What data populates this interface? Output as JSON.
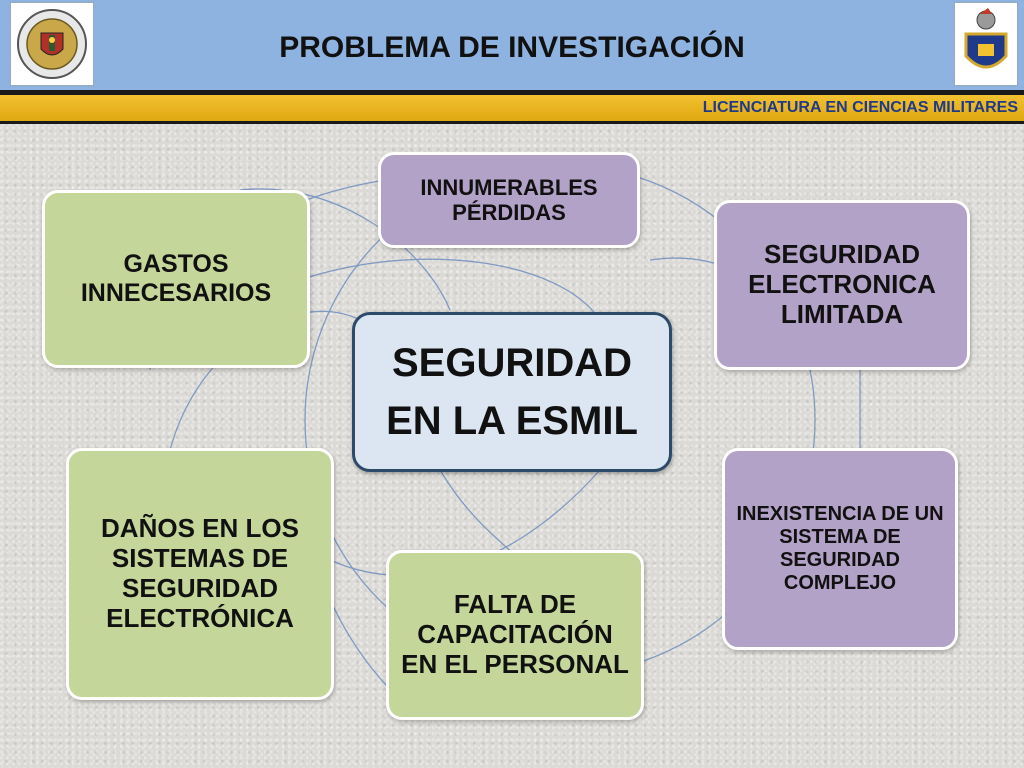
{
  "header": {
    "title": "PROBLEMA DE INVESTIGACIÓN",
    "subtitle": "LICENCIATURA EN CIENCIAS MILITARES",
    "logo_left": {
      "icon": "esmil-crest-icon"
    },
    "logo_right": {
      "icon": "knight-shield-icon"
    }
  },
  "diagram": {
    "center": "SEGURIDAD EN LA ESMIL",
    "nodes": [
      {
        "id": "inumerables",
        "label": "INNUMERABLES PÉRDIDAS",
        "color": "#b3a2c7"
      },
      {
        "id": "seguridad-electronica",
        "label": "SEGURIDAD ELECTRONICA LIMITADA",
        "color": "#b3a2c7"
      },
      {
        "id": "inexistencia",
        "label": "INEXISTENCIA DE UN SISTEMA DE SEGURIDAD COMPLEJO",
        "color": "#b3a2c7"
      },
      {
        "id": "falta-capacitacion",
        "label": "FALTA DE CAPACITACIÓN EN EL PERSONAL",
        "color": "#c5d69b"
      },
      {
        "id": "danos",
        "label": "DAÑOS EN LOS SISTEMAS DE SEGURIDAD ELECTRÓNICA",
        "color": "#c5d69b"
      },
      {
        "id": "gastos",
        "label": "GASTOS INNECESARIOS",
        "color": "#c5d69b"
      }
    ],
    "colors": {
      "header": "#8eb3e1",
      "gold": "#f2c230",
      "center": "#dce6f2",
      "border": "#2e4a6b",
      "lines": "#6f8fbf"
    }
  }
}
